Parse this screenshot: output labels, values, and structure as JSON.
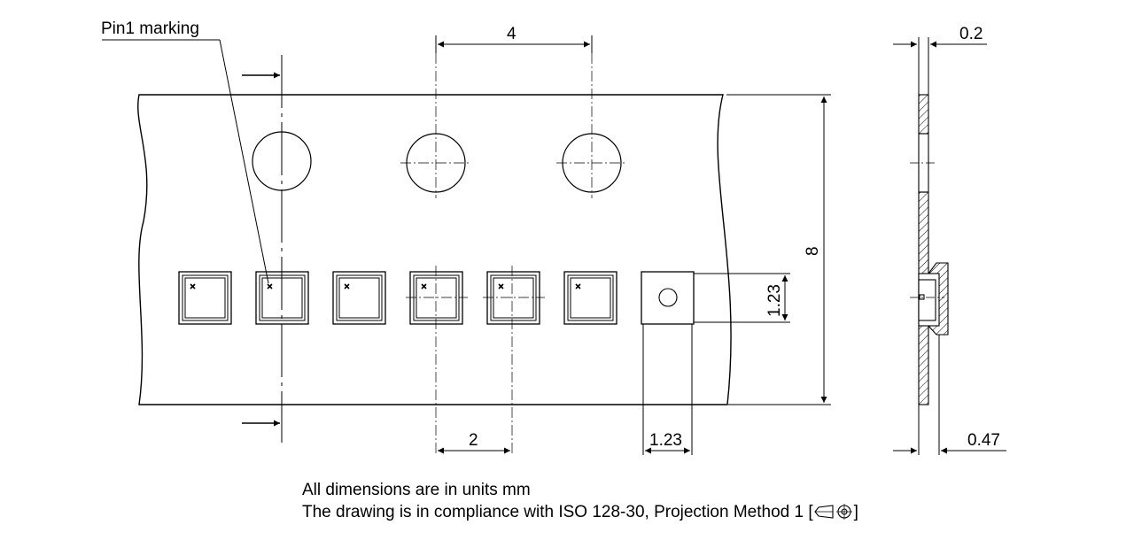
{
  "labels": {
    "pin1_marking": "Pin1 marking",
    "pitch_sprocket": "4",
    "tape_width": "8",
    "thickness_tape": "0.2",
    "thickness_total": "0.47",
    "pitch_component": "2",
    "pocket_height": "1.23",
    "pocket_width": "1.23"
  },
  "notes": {
    "line1": "All dimensions are in units mm",
    "line2_prefix": "The drawing is in compliance with ISO 128-30, Projection Method 1 [",
    "line2_suffix": "]"
  }
}
